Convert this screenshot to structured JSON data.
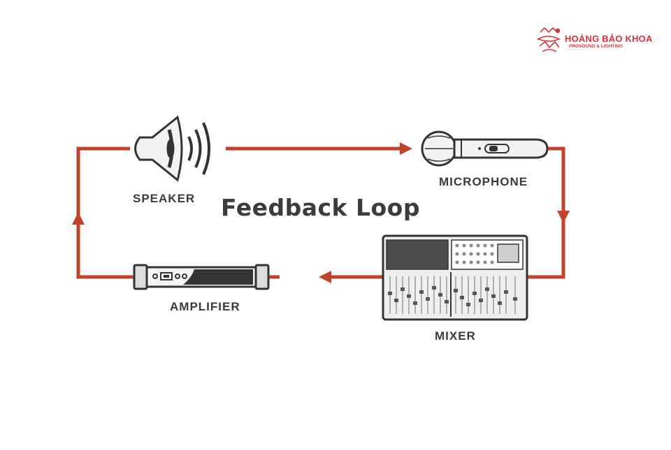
{
  "title": "Feedback Loop",
  "nodes": {
    "speaker": "SPEAKER",
    "microphone": "MICROPHONE",
    "mixer": "MIXER",
    "amplifier": "AMPLIFIER"
  },
  "logo": {
    "name": "HOÀNG BẢO KHOA",
    "tagline": "PROSOUND & LIGHTING"
  },
  "colors": {
    "loop": "#c0432b",
    "text": "#3a3a3a",
    "logo": "#d8323a"
  }
}
